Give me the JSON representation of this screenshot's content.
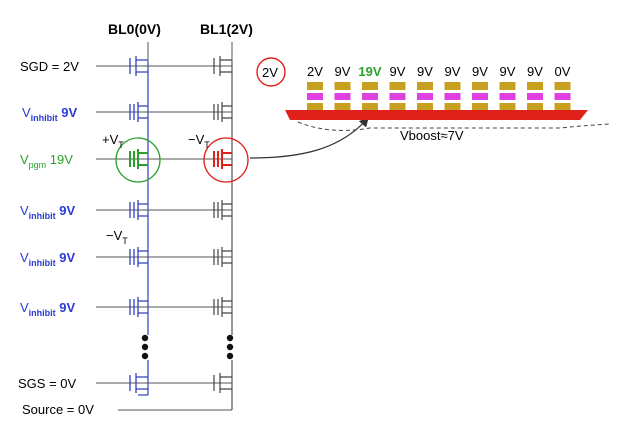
{
  "headers": {
    "bl0": "BL0(0V)",
    "bl1": "BL1(2V)"
  },
  "rows": [
    {
      "label": "SGD = 2V",
      "prefix": "",
      "sub": "",
      "value": ""
    },
    {
      "label": "",
      "prefix": "V",
      "sub": "inhibit",
      "value": " 9V"
    },
    {
      "label": "",
      "prefix": "V",
      "sub": "pgm",
      "value": " 19V"
    },
    {
      "label": "",
      "prefix": "V",
      "sub": "inhibit",
      "value": " 9V"
    },
    {
      "label": "",
      "prefix": "V",
      "sub": "inhibit",
      "value": " 9V"
    },
    {
      "label": "",
      "prefix": "V",
      "sub": "inhibit",
      "value": " 9V"
    },
    {
      "label": "SGS = 0V",
      "prefix": "",
      "sub": "",
      "value": ""
    },
    {
      "label": "Source = 0V",
      "prefix": "",
      "sub": "",
      "value": ""
    }
  ],
  "vt": {
    "plus": "+V",
    "minus": "−V",
    "sub": "T"
  },
  "bitline_voltage": "2V",
  "gate_voltages": [
    "2V",
    "9V",
    "19V",
    "9V",
    "9V",
    "9V",
    "9V",
    "9V",
    "9V",
    "0V"
  ],
  "boost_label": "Vboost≈7V",
  "colors": {
    "blue": "#2a3bd6",
    "green": "#2aa22a",
    "red": "#e0201a",
    "gold": "#c8a020",
    "magenta": "#e040e0"
  }
}
